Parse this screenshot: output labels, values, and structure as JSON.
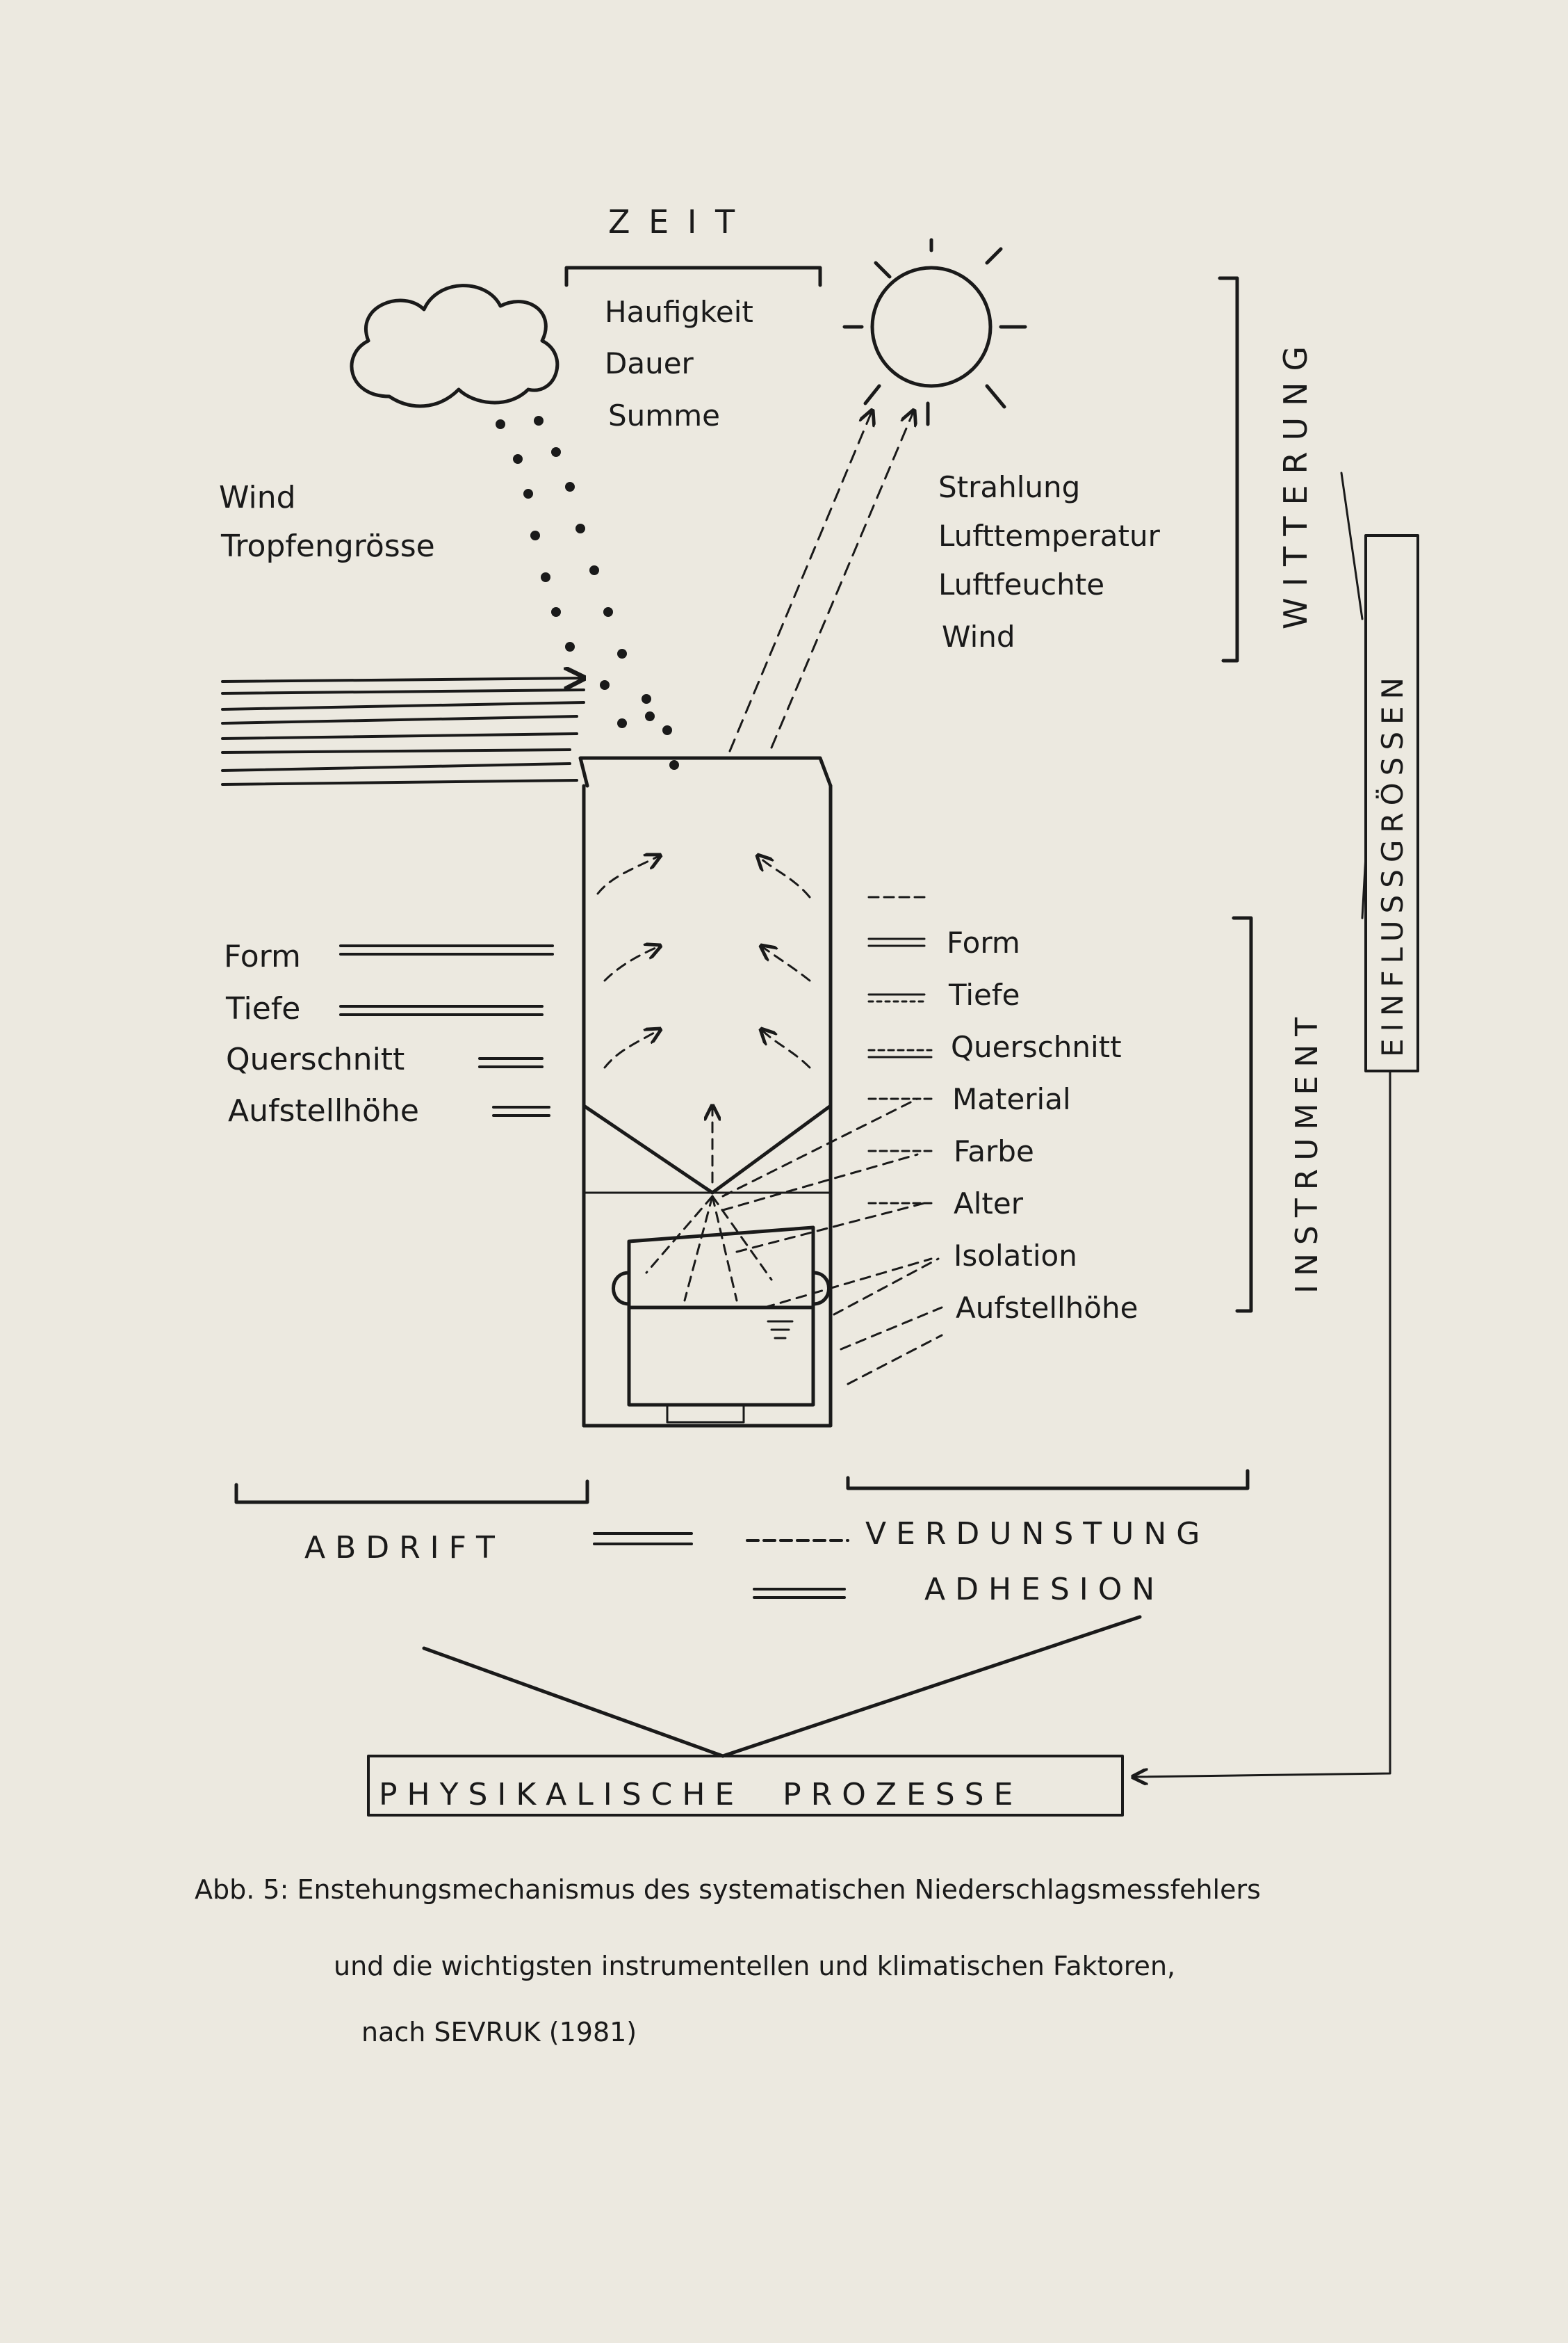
{
  "labels": {
    "zeit": "Z E I T",
    "zeit_items": [
      "Haufigkeit",
      "Dauer",
      "Summe"
    ],
    "wind_left": "Wind",
    "tropfen": "Tropfengrösse",
    "weather_items": [
      "Strahlung",
      "Lufttemperatur",
      "Luftfeuchte",
      "Wind"
    ],
    "witterung": "WITTERUNG",
    "einfluss": "EINFLUSSGRÖSSEN",
    "instrument": "INSTRUMENT",
    "left_items": [
      "Form",
      "Tiefe",
      "Querschnitt",
      "Aufstellhöhe"
    ],
    "right_items": [
      "Form",
      "Tiefe",
      "Querschnitt",
      "Material",
      "Farbe",
      "Alter",
      "Isolation",
      "Aufstellhöhe"
    ],
    "abdrift": "A B D R I F T",
    "verdunstung": "V E R D U N S T U N G",
    "adhesion": "A D H E S I O N",
    "physikalische": "P H Y S I K A L I S C H E     P R O Z E S S E"
  },
  "caption": {
    "line1": "Abb. 5: Enstehungsmechanismus  des systematischen Niederschlagsmessfehlers",
    "line2": "und die wichtigsten instrumentellen und klimatischen Faktoren,",
    "line3": "nach SEVRUK (1981)"
  }
}
